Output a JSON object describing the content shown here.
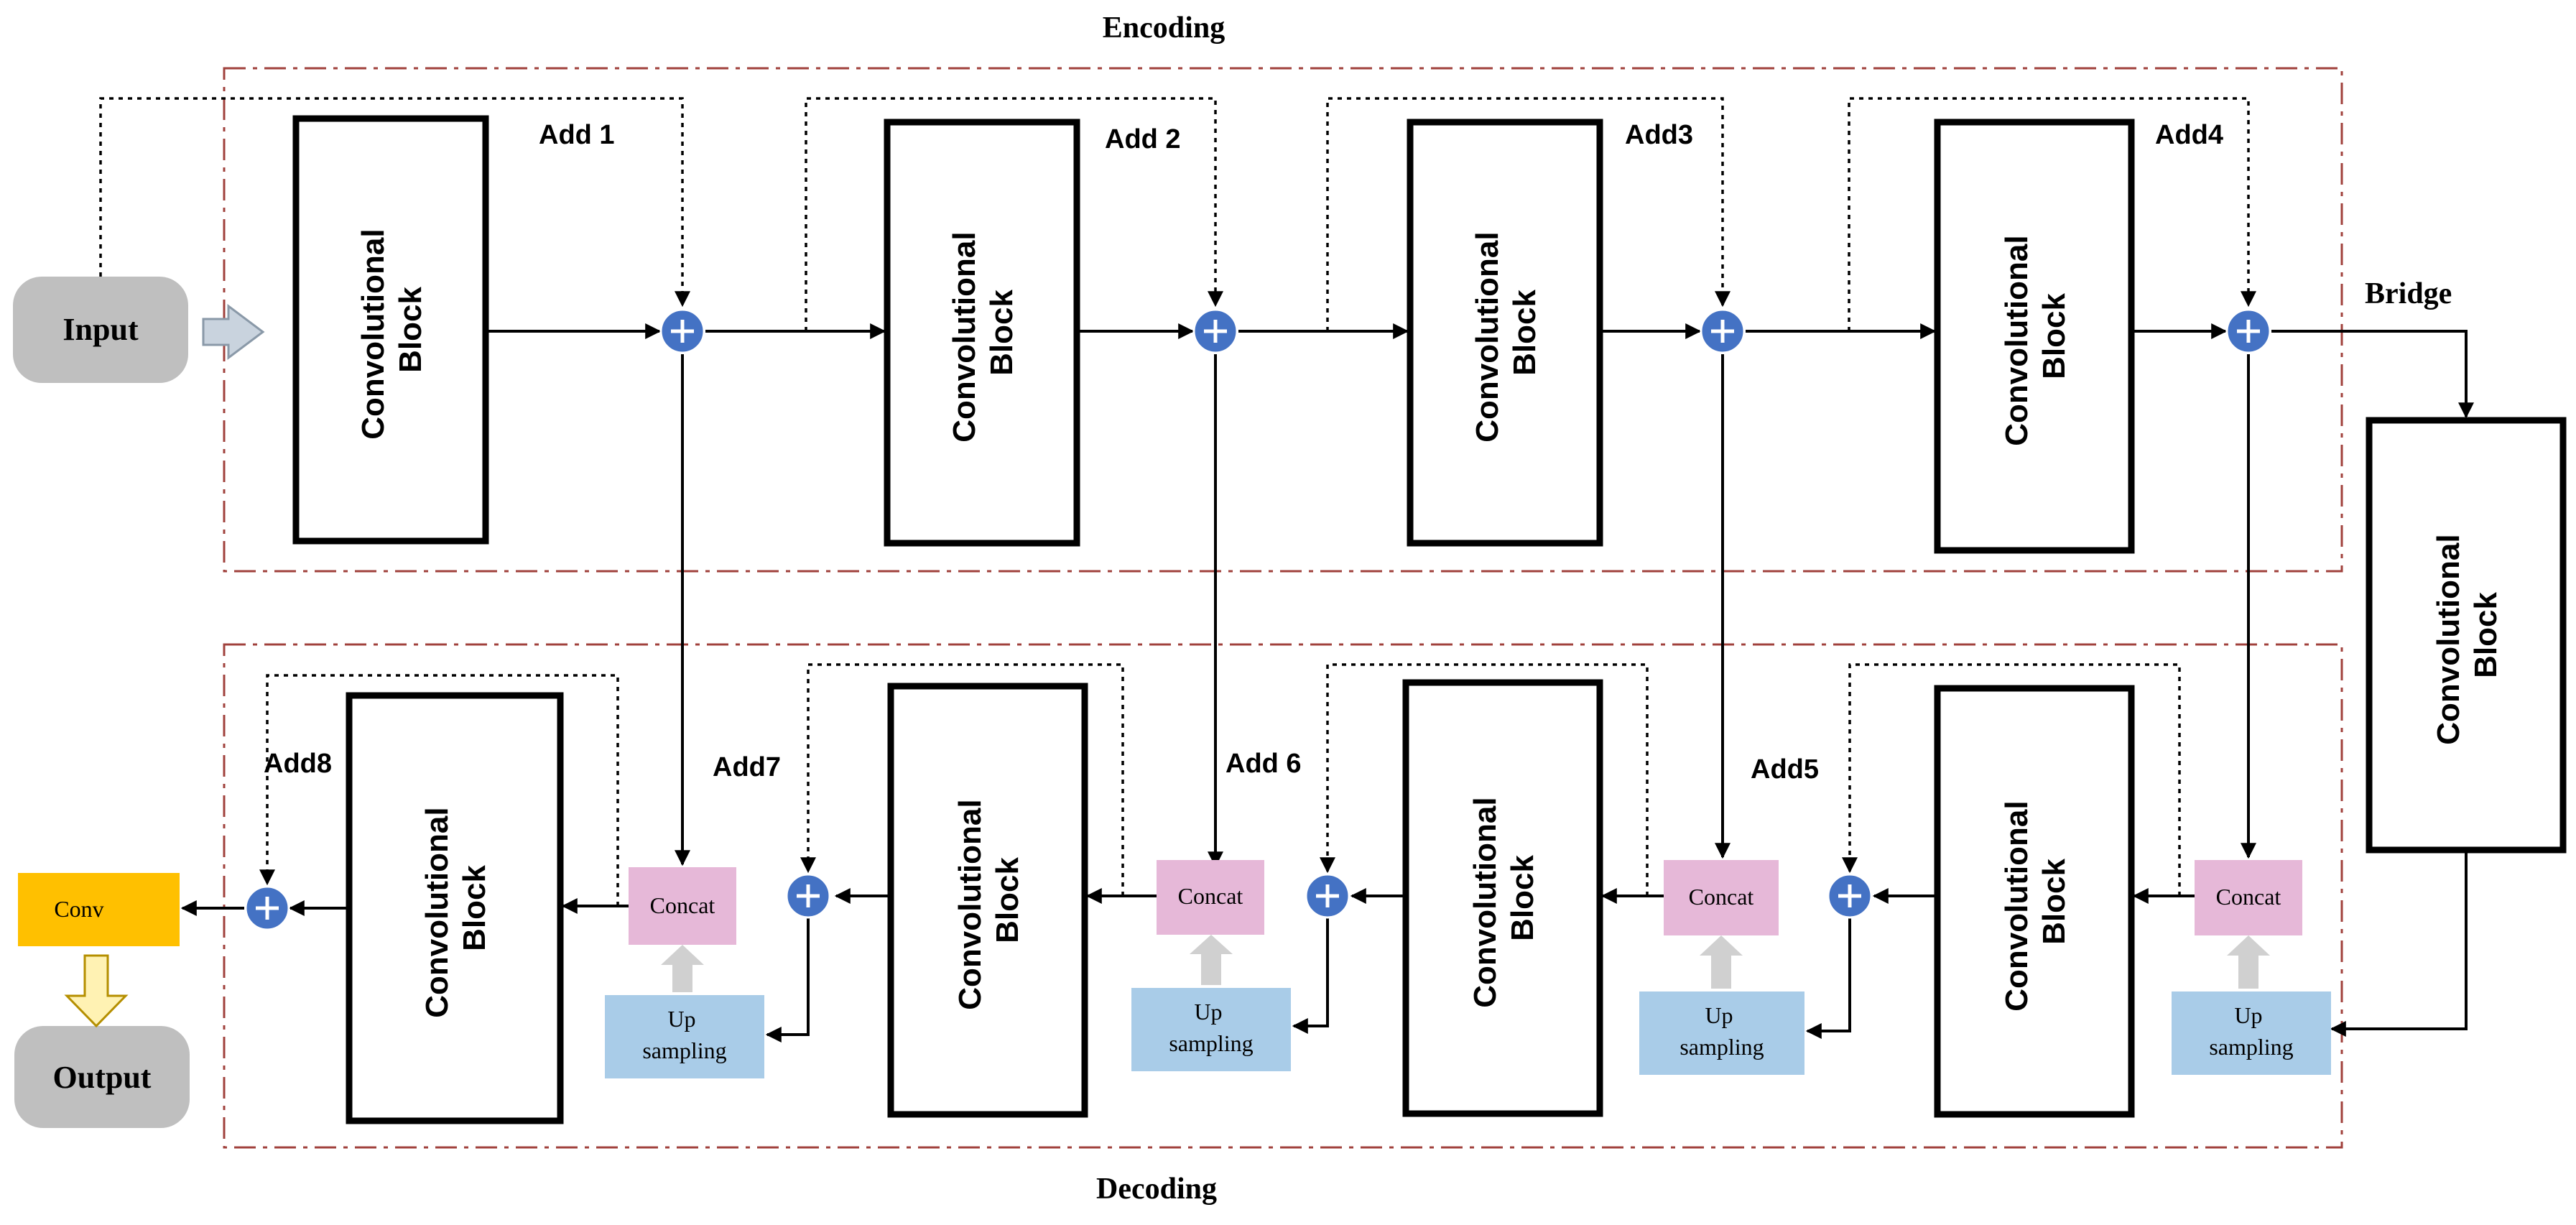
{
  "sections": {
    "encoding": "Encoding",
    "decoding": "Decoding",
    "bridge": "Bridge"
  },
  "io": {
    "input": "Input",
    "output": "Output",
    "conv": "Conv"
  },
  "block": {
    "line1": "Convolutional",
    "line2": "Block"
  },
  "adds": [
    "Add 1",
    "Add 2",
    "Add3",
    "Add4",
    "Add5",
    "Add 6",
    "Add7",
    "Add8"
  ],
  "concat": "Concat",
  "upsampling": {
    "line1": "Up",
    "line2": "sampling"
  },
  "colors": {
    "section_border": "#a0413c",
    "node": "#4472c4",
    "concat_fill": "#e6b8d8",
    "upsampling_fill": "#a9cce8",
    "conv_fill": "#ffc000",
    "io_fill": "#bfbfbf",
    "hollow_arrow": "#c9d3de",
    "up_arrow": "#d0d0d0",
    "down_arrow": "#fff2b3"
  }
}
